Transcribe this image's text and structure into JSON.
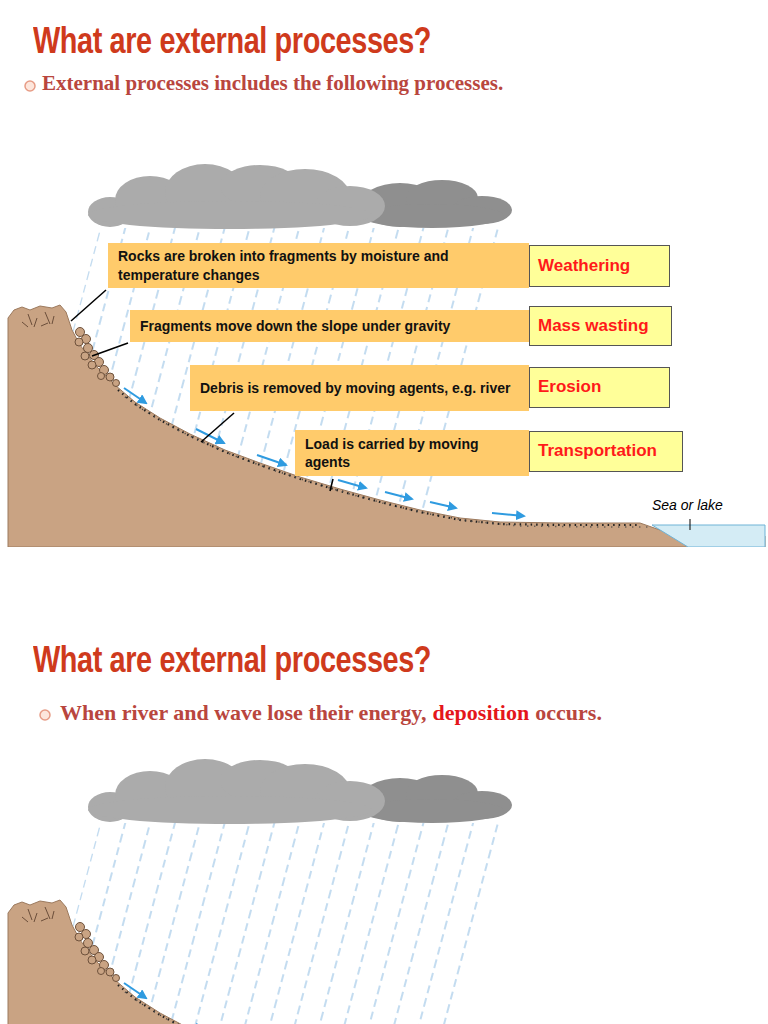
{
  "diagram": {
    "title": "What are external processes?",
    "nodes": [
      {
        "text": [
          "Rocks are broken into fragments by moisture and temperature changes"
        ]
      },
      {
        "text": [
          "Weathering"
        ]
      },
      {
        "text": [
          "Fragments move down the slope under gravity"
        ]
      },
      {
        "text": [
          "Mass wasting"
        ]
      },
      {
        "text": [
          "Debris is removed by moving agents, e.g. river"
        ]
      },
      {
        "text": [
          "Erosion"
        ]
      },
      {
        "text": [
          "Load is carried by moving agents"
        ]
      },
      {
        "text": [
          "Transportation"
        ]
      }
    ],
    "labels": [
      "External processes includes the following processes.",
      "Sea or lake",
      "What are external processes?",
      "When river and wave lose their energy,",
      "deposition",
      "occurs."
    ]
  }
}
